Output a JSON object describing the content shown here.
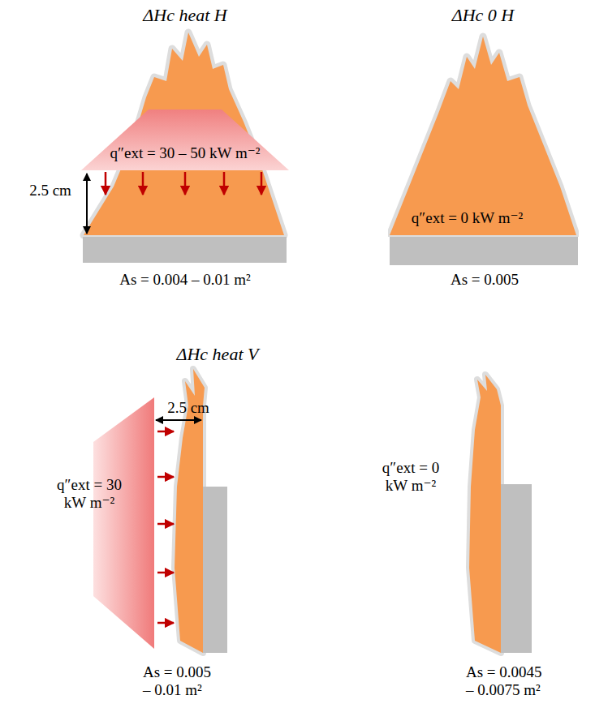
{
  "diagram": {
    "nodes": [
      {
        "text": [
          "q″ext = 30 – 50 kW m⁻²"
        ]
      },
      {
        "text": [
          "q″ext = 0 kW m⁻²"
        ]
      },
      {
        "text": [
          "q″ext = 30 kW m⁻²"
        ]
      }
    ],
    "labels": [
      "ΔHc heat H",
      "2.5 cm",
      "As = 0.004 – 0.01 m²",
      "ΔHc 0 H",
      "As = 0.005",
      "ΔHc heat V",
      "2.5 cm",
      "As = 0.005 – 0.01 m²",
      "q″ext = 0 kW m⁻²",
      "As = 0.0045 – 0.0075 m²"
    ]
  }
}
